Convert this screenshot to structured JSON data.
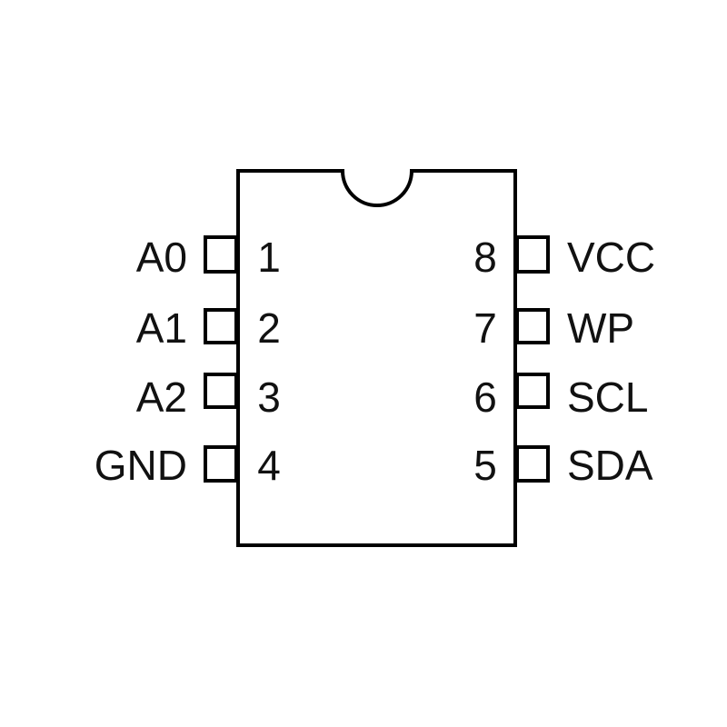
{
  "title": "8-pin IC pinout",
  "pins_left": [
    {
      "number": "1",
      "name": "A0"
    },
    {
      "number": "2",
      "name": "A1"
    },
    {
      "number": "3",
      "name": "A2"
    },
    {
      "number": "4",
      "name": "GND"
    }
  ],
  "pins_right": [
    {
      "number": "8",
      "name": "VCC"
    },
    {
      "number": "7",
      "name": "WP"
    },
    {
      "number": "6",
      "name": "SCL"
    },
    {
      "number": "5",
      "name": "SDA"
    }
  ]
}
